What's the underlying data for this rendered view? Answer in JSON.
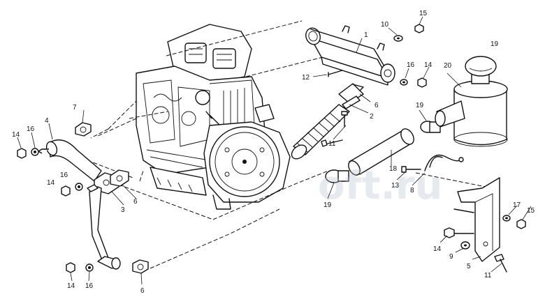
{
  "watermark": "oft.ru",
  "callouts": {
    "c1": "1",
    "c2": "2",
    "c3": "3",
    "c4": "4",
    "c5": "5",
    "c6a": "6",
    "c6b": "6",
    "c6c": "6",
    "c7": "7",
    "c8": "8",
    "c9": "9",
    "c10": "10",
    "c11a": "11",
    "c11b": "11",
    "c12": "12",
    "c13": "13",
    "c14a": "14",
    "c14b": "14",
    "c14c": "14",
    "c14d": "14",
    "c14e": "14",
    "c15a": "15",
    "c15b": "15",
    "c16a": "16",
    "c16b": "16",
    "c16c": "16",
    "c16d": "16",
    "c17": "17",
    "c18": "18",
    "c19a": "19",
    "c19b": "19",
    "c19c": "19",
    "c20": "20"
  }
}
